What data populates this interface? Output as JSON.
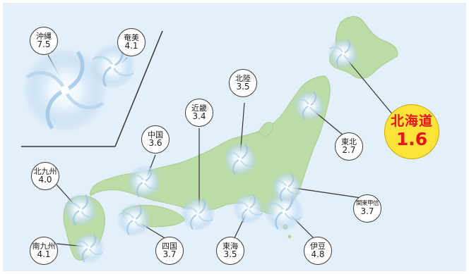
{
  "map": {
    "land_color": "#bcdca6",
    "sea_color": "#e3eff9",
    "typhoon_icon": "typhoon-icon"
  },
  "regions": {
    "okinawa": {
      "name": "沖縄",
      "value": "7.5"
    },
    "amami": {
      "name": "奄美",
      "value": "4.1"
    },
    "hokkaido": {
      "name": "北海道",
      "value": "1.6"
    },
    "tohoku": {
      "name": "東北",
      "value": "2.7"
    },
    "hokuriku": {
      "name": "北陸",
      "value": "3.5"
    },
    "kinki": {
      "name": "近畿",
      "value": "3.4"
    },
    "chugoku": {
      "name": "中国",
      "value": "3.6"
    },
    "kitakyushu": {
      "name": "北九州",
      "value": "4.0"
    },
    "minamikyushu": {
      "name": "南九州",
      "value": "4.1"
    },
    "shikoku": {
      "name": "四国",
      "value": "3.7"
    },
    "tokai": {
      "name": "東海",
      "value": "3.5"
    },
    "izu": {
      "name": "伊豆",
      "value": "4.8"
    },
    "kanto_koshin": {
      "name": "関東甲信",
      "value": "3.7"
    }
  }
}
